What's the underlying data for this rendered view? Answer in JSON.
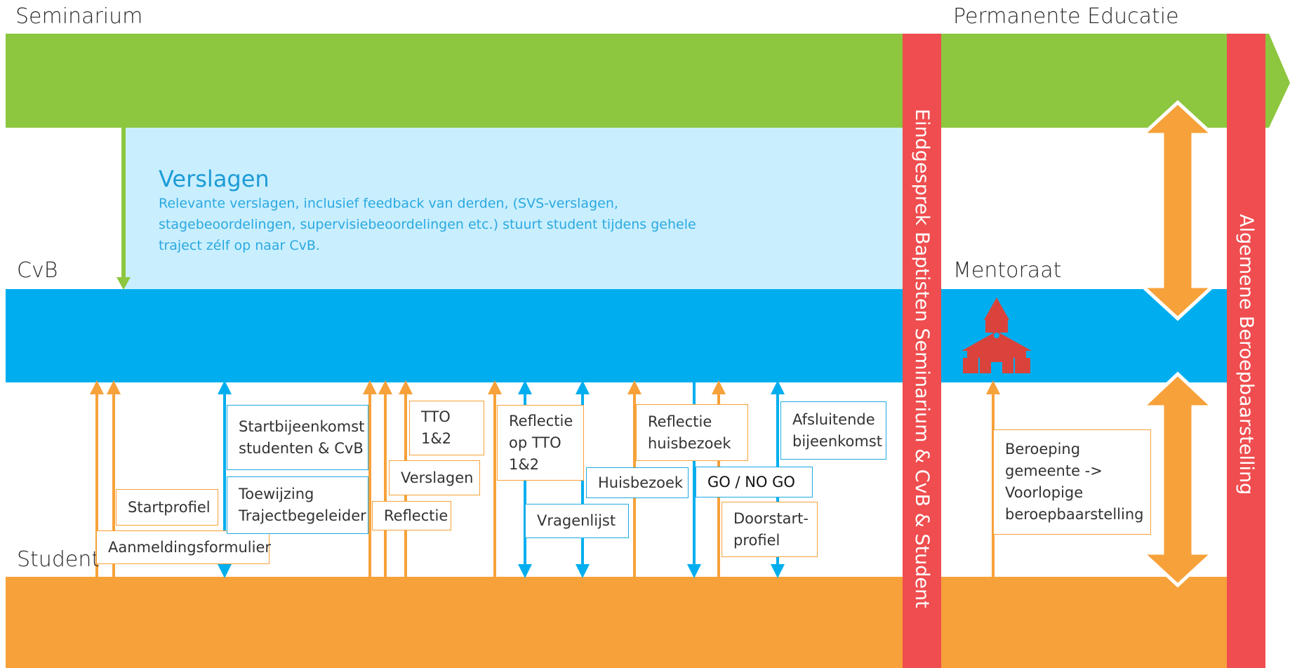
{
  "labels": {
    "seminarium": "Seminarium",
    "permanente_educatie": "Permanente Educatie",
    "cvb": "CvB",
    "mentoraat": "Mentoraat",
    "student": "Student"
  },
  "verslagen": {
    "title": "Verslagen",
    "text": "Relevante verslagen, inclusief feedback van derden, (SVS-verslagen,\nstagebeoordelingen, supervisiebeoordelingen etc.) stuurt student tijdens gehele\ntraject zélf op naar CvB."
  },
  "vertical_bars": {
    "eindgesprek": "Eindgesprek Baptisten Seminarium & CvB & Student",
    "beroepbaarstelling": "Algemene Beroepbaarstelling"
  },
  "boxes": {
    "startprofiel": "Startprofiel",
    "aanmeldingsformulier": "Aanmeldingsformulier",
    "startbijeenkomst": "Startbijeenkomst\nstudenten & CvB",
    "toewijzing": "Toewijzing\nTrajectbegeleider",
    "tto": "TTO\n1&2",
    "verslagen_box": "Verslagen",
    "reflectie": "Reflectie",
    "reflectie_tto": "Reflectie\nop TTO\n1&2",
    "vragenlijst": "Vragenlijst",
    "huisbezoek": "Huisbezoek",
    "reflectie_huisbezoek": "Reflectie\nhuisbezoek",
    "go_no_go": "GO / NO GO",
    "doorstart": "Doorstart-\nprofiel",
    "afsluitende": "Afsluitende\nbijeenkomst",
    "beroeping": "Beroeping\ngemeente ->\nVoorlopige\nberoepbaarstelling"
  },
  "colors": {
    "green": "#8dc63f",
    "light_blue": "#c9efff",
    "blue": "#00aeef",
    "orange": "#f7a13a",
    "red": "#ef4d4f",
    "church": "#d9433b"
  },
  "icons": {
    "church": "church-icon"
  }
}
